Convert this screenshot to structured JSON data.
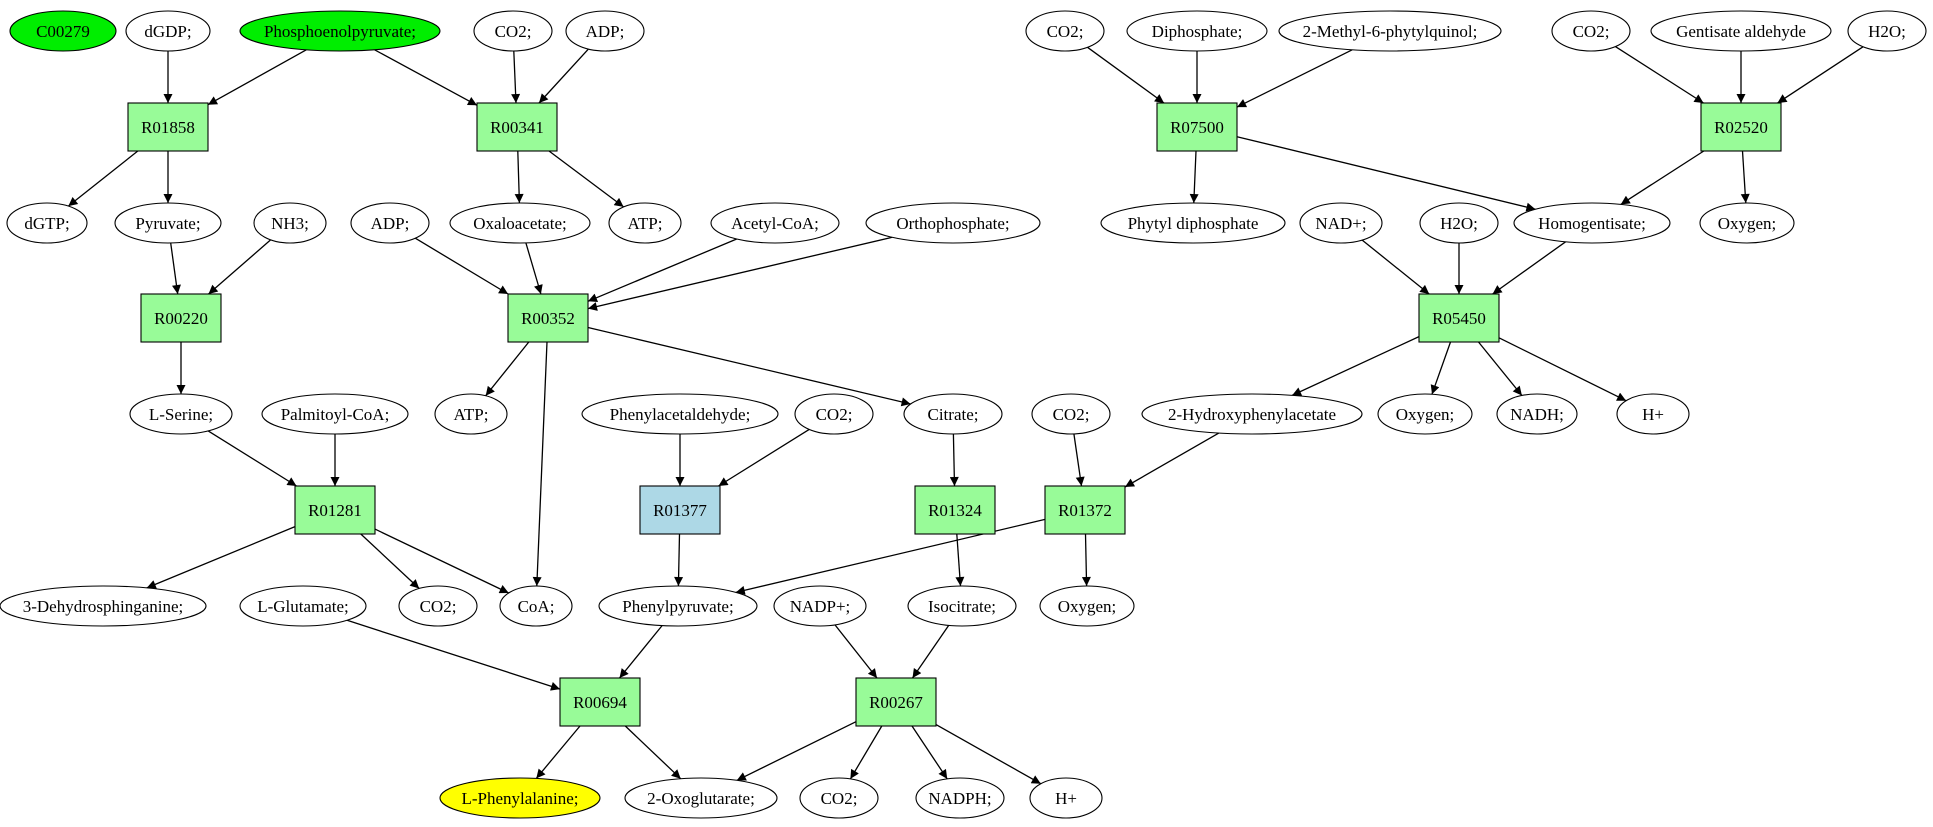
{
  "colors": {
    "compound": "#ffffff",
    "compound_source": "#00ee00",
    "compound_target": "#ffff00",
    "reaction": "#98fb98",
    "reaction_highlight": "#add8e6",
    "edge": "#000000"
  },
  "compounds": [
    {
      "id": "c_c00279",
      "label": "C00279",
      "kind": "source"
    },
    {
      "id": "c_dgdp",
      "label": "dGDP;",
      "kind": "normal"
    },
    {
      "id": "c_pep",
      "label": "Phosphoenolpyruvate;",
      "kind": "source"
    },
    {
      "id": "c_co2_a",
      "label": "CO2;",
      "kind": "normal"
    },
    {
      "id": "c_adp_a",
      "label": "ADP;",
      "kind": "normal"
    },
    {
      "id": "c_co2_b",
      "label": "CO2;",
      "kind": "normal"
    },
    {
      "id": "c_diphosphate",
      "label": "Diphosphate;",
      "kind": "normal"
    },
    {
      "id": "c_methylphytyl",
      "label": "2-Methyl-6-phytylquinol;",
      "kind": "normal"
    },
    {
      "id": "c_co2_c",
      "label": "CO2;",
      "kind": "normal"
    },
    {
      "id": "c_gentisald",
      "label": "Gentisate aldehyde",
      "kind": "normal"
    },
    {
      "id": "c_h2o_a",
      "label": "H2O;",
      "kind": "normal"
    },
    {
      "id": "c_dgtp",
      "label": "dGTP;",
      "kind": "normal"
    },
    {
      "id": "c_pyruvate",
      "label": "Pyruvate;",
      "kind": "normal"
    },
    {
      "id": "c_nh3",
      "label": "NH3;",
      "kind": "normal"
    },
    {
      "id": "c_adp_b",
      "label": "ADP;",
      "kind": "normal"
    },
    {
      "id": "c_oxaloacetate",
      "label": "Oxaloacetate;",
      "kind": "normal"
    },
    {
      "id": "c_atp_a",
      "label": "ATP;",
      "kind": "normal"
    },
    {
      "id": "c_acetylcoa",
      "label": "Acetyl-CoA;",
      "kind": "normal"
    },
    {
      "id": "c_orthophosphate",
      "label": "Orthophosphate;",
      "kind": "normal"
    },
    {
      "id": "c_phytyldp",
      "label": "Phytyl diphosphate",
      "kind": "normal"
    },
    {
      "id": "c_nadplus",
      "label": "NAD+;",
      "kind": "normal"
    },
    {
      "id": "c_h2o_b",
      "label": "H2O;",
      "kind": "normal"
    },
    {
      "id": "c_homogentisate",
      "label": "Homogentisate;",
      "kind": "normal"
    },
    {
      "id": "c_oxygen_a",
      "label": "Oxygen;",
      "kind": "normal"
    },
    {
      "id": "c_lserine",
      "label": "L-Serine;",
      "kind": "normal"
    },
    {
      "id": "c_palmitoylcoa",
      "label": "Palmitoyl-CoA;",
      "kind": "normal"
    },
    {
      "id": "c_atp_b",
      "label": "ATP;",
      "kind": "normal"
    },
    {
      "id": "c_phenylacetaldehyde",
      "label": "Phenylacetaldehyde;",
      "kind": "normal"
    },
    {
      "id": "c_co2_d",
      "label": "CO2;",
      "kind": "normal"
    },
    {
      "id": "c_citrate",
      "label": "Citrate;",
      "kind": "normal"
    },
    {
      "id": "c_co2_e",
      "label": "CO2;",
      "kind": "normal"
    },
    {
      "id": "c_hydroxyphenylacetate",
      "label": "2-Hydroxyphenylacetate",
      "kind": "normal"
    },
    {
      "id": "c_oxygen_b",
      "label": "Oxygen;",
      "kind": "normal"
    },
    {
      "id": "c_nadh",
      "label": "NADH;",
      "kind": "normal"
    },
    {
      "id": "c_hplus_a",
      "label": "H+",
      "kind": "normal"
    },
    {
      "id": "c_dehydrosphinganine",
      "label": "3-Dehydrosphinganine;",
      "kind": "normal"
    },
    {
      "id": "c_lglutamate",
      "label": "L-Glutamate;",
      "kind": "normal"
    },
    {
      "id": "c_co2_f",
      "label": "CO2;",
      "kind": "normal"
    },
    {
      "id": "c_coa",
      "label": "CoA;",
      "kind": "normal"
    },
    {
      "id": "c_phenylpyruvate",
      "label": "Phenylpyruvate;",
      "kind": "normal"
    },
    {
      "id": "c_nadpplus",
      "label": "NADP+;",
      "kind": "normal"
    },
    {
      "id": "c_isocitrate",
      "label": "Isocitrate;",
      "kind": "normal"
    },
    {
      "id": "c_oxygen_c",
      "label": "Oxygen;",
      "kind": "normal"
    },
    {
      "id": "c_lphenylalanine",
      "label": "L-Phenylalanine;",
      "kind": "target"
    },
    {
      "id": "c_oxoglutarate",
      "label": "2-Oxoglutarate;",
      "kind": "normal"
    },
    {
      "id": "c_co2_g",
      "label": "CO2;",
      "kind": "normal"
    },
    {
      "id": "c_nadph",
      "label": "NADPH;",
      "kind": "normal"
    },
    {
      "id": "c_hplus_b",
      "label": "H+",
      "kind": "normal"
    }
  ],
  "reactions": [
    {
      "id": "r_R01858",
      "label": "R01858",
      "kind": "normal"
    },
    {
      "id": "r_R00341",
      "label": "R00341",
      "kind": "normal"
    },
    {
      "id": "r_R07500",
      "label": "R07500",
      "kind": "normal"
    },
    {
      "id": "r_R02520",
      "label": "R02520",
      "kind": "normal"
    },
    {
      "id": "r_R00220",
      "label": "R00220",
      "kind": "normal"
    },
    {
      "id": "r_R00352",
      "label": "R00352",
      "kind": "normal"
    },
    {
      "id": "r_R05450",
      "label": "R05450",
      "kind": "normal"
    },
    {
      "id": "r_R01281",
      "label": "R01281",
      "kind": "normal"
    },
    {
      "id": "r_R01377",
      "label": "R01377",
      "kind": "highlight"
    },
    {
      "id": "r_R01324",
      "label": "R01324",
      "kind": "normal"
    },
    {
      "id": "r_R01372",
      "label": "R01372",
      "kind": "normal"
    },
    {
      "id": "r_R00694",
      "label": "R00694",
      "kind": "normal"
    },
    {
      "id": "r_R00267",
      "label": "R00267",
      "kind": "normal"
    }
  ],
  "edges": [
    [
      "c_dgdp",
      "r_R01858"
    ],
    [
      "c_pep",
      "r_R01858"
    ],
    [
      "r_R01858",
      "c_dgtp"
    ],
    [
      "r_R01858",
      "c_pyruvate"
    ],
    [
      "c_pep",
      "r_R00341"
    ],
    [
      "c_co2_a",
      "r_R00341"
    ],
    [
      "c_adp_a",
      "r_R00341"
    ],
    [
      "r_R00341",
      "c_oxaloacetate"
    ],
    [
      "r_R00341",
      "c_atp_a"
    ],
    [
      "c_co2_b",
      "r_R07500"
    ],
    [
      "c_diphosphate",
      "r_R07500"
    ],
    [
      "c_methylphytyl",
      "r_R07500"
    ],
    [
      "r_R07500",
      "c_phytyldp"
    ],
    [
      "r_R07500",
      "c_homogentisate"
    ],
    [
      "c_co2_c",
      "r_R02520"
    ],
    [
      "c_gentisald",
      "r_R02520"
    ],
    [
      "c_h2o_a",
      "r_R02520"
    ],
    [
      "r_R02520",
      "c_homogentisate"
    ],
    [
      "r_R02520",
      "c_oxygen_a"
    ],
    [
      "c_pyruvate",
      "r_R00220"
    ],
    [
      "c_nh3",
      "r_R00220"
    ],
    [
      "r_R00220",
      "c_lserine"
    ],
    [
      "c_adp_b",
      "r_R00352"
    ],
    [
      "c_oxaloacetate",
      "r_R00352"
    ],
    [
      "c_acetylcoa",
      "r_R00352"
    ],
    [
      "c_orthophosphate",
      "r_R00352"
    ],
    [
      "r_R00352",
      "c_atp_b"
    ],
    [
      "r_R00352",
      "c_coa"
    ],
    [
      "r_R00352",
      "c_citrate"
    ],
    [
      "c_nadplus",
      "r_R05450"
    ],
    [
      "c_h2o_b",
      "r_R05450"
    ],
    [
      "c_homogentisate",
      "r_R05450"
    ],
    [
      "r_R05450",
      "c_hydroxyphenylacetate"
    ],
    [
      "r_R05450",
      "c_oxygen_b"
    ],
    [
      "r_R05450",
      "c_nadh"
    ],
    [
      "r_R05450",
      "c_hplus_a"
    ],
    [
      "c_lserine",
      "r_R01281"
    ],
    [
      "c_palmitoylcoa",
      "r_R01281"
    ],
    [
      "r_R01281",
      "c_dehydrosphinganine"
    ],
    [
      "r_R01281",
      "c_co2_f"
    ],
    [
      "r_R01281",
      "c_coa"
    ],
    [
      "c_phenylacetaldehyde",
      "r_R01377"
    ],
    [
      "c_co2_d",
      "r_R01377"
    ],
    [
      "r_R01377",
      "c_phenylpyruvate"
    ],
    [
      "c_citrate",
      "r_R01324"
    ],
    [
      "r_R01324",
      "c_isocitrate"
    ],
    [
      "c_co2_e",
      "r_R01372"
    ],
    [
      "c_hydroxyphenylacetate",
      "r_R01372"
    ],
    [
      "r_R01372",
      "c_phenylpyruvate"
    ],
    [
      "r_R01372",
      "c_oxygen_c"
    ],
    [
      "c_lglutamate",
      "r_R00694"
    ],
    [
      "c_phenylpyruvate",
      "r_R00694"
    ],
    [
      "r_R00694",
      "c_lphenylalanine"
    ],
    [
      "r_R00694",
      "c_oxoglutarate"
    ],
    [
      "c_nadpplus",
      "r_R00267"
    ],
    [
      "c_isocitrate",
      "r_R00267"
    ],
    [
      "r_R00267",
      "c_oxoglutarate"
    ],
    [
      "r_R00267",
      "c_co2_g"
    ],
    [
      "r_R00267",
      "c_nadph"
    ],
    [
      "r_R00267",
      "c_hplus_b"
    ]
  ]
}
